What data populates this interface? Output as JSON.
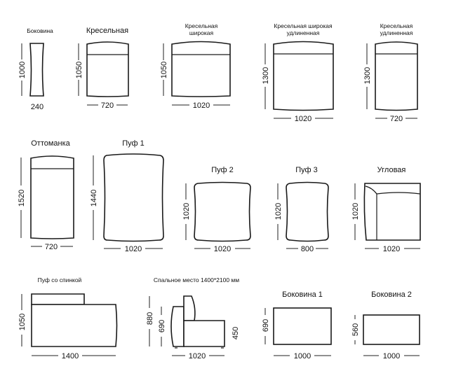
{
  "modules": [
    {
      "name": "Боковина",
      "height": "1000",
      "width": "240"
    },
    {
      "name": "Кресельная",
      "height": "1050",
      "width": "720"
    },
    {
      "name_lines": [
        "Кресельная",
        "широкая"
      ],
      "height": "1050",
      "width": "1020"
    },
    {
      "name_lines": [
        "Кресельная  широкая",
        "удлиненная"
      ],
      "height": "1300",
      "width": "1020"
    },
    {
      "name_lines": [
        "Кресельная",
        "удлиненная"
      ],
      "height": "1300",
      "width": "720"
    },
    {
      "name": "Оттоманка",
      "height": "1520",
      "width": "720"
    },
    {
      "name": "Пуф 1",
      "height": "1440",
      "width": "1020"
    },
    {
      "name": "Пуф 2",
      "height": "1020",
      "width": "1020"
    },
    {
      "name": "Пуф 3",
      "height": "1020",
      "width": "800"
    },
    {
      "name": "Угловая",
      "height": "1020",
      "width": "1020"
    },
    {
      "name": "Пуф со спинкой",
      "height": "1050",
      "width": "1400"
    },
    {
      "name": "Спальное место 1400*2100 мм",
      "height": "880",
      "seat_back_height": "690",
      "seat_height": "450",
      "width": "1020"
    },
    {
      "name": "Боковина 1",
      "height": "690",
      "width": "1000"
    },
    {
      "name": "Боковина 2",
      "height": "560",
      "width": "1000"
    }
  ]
}
